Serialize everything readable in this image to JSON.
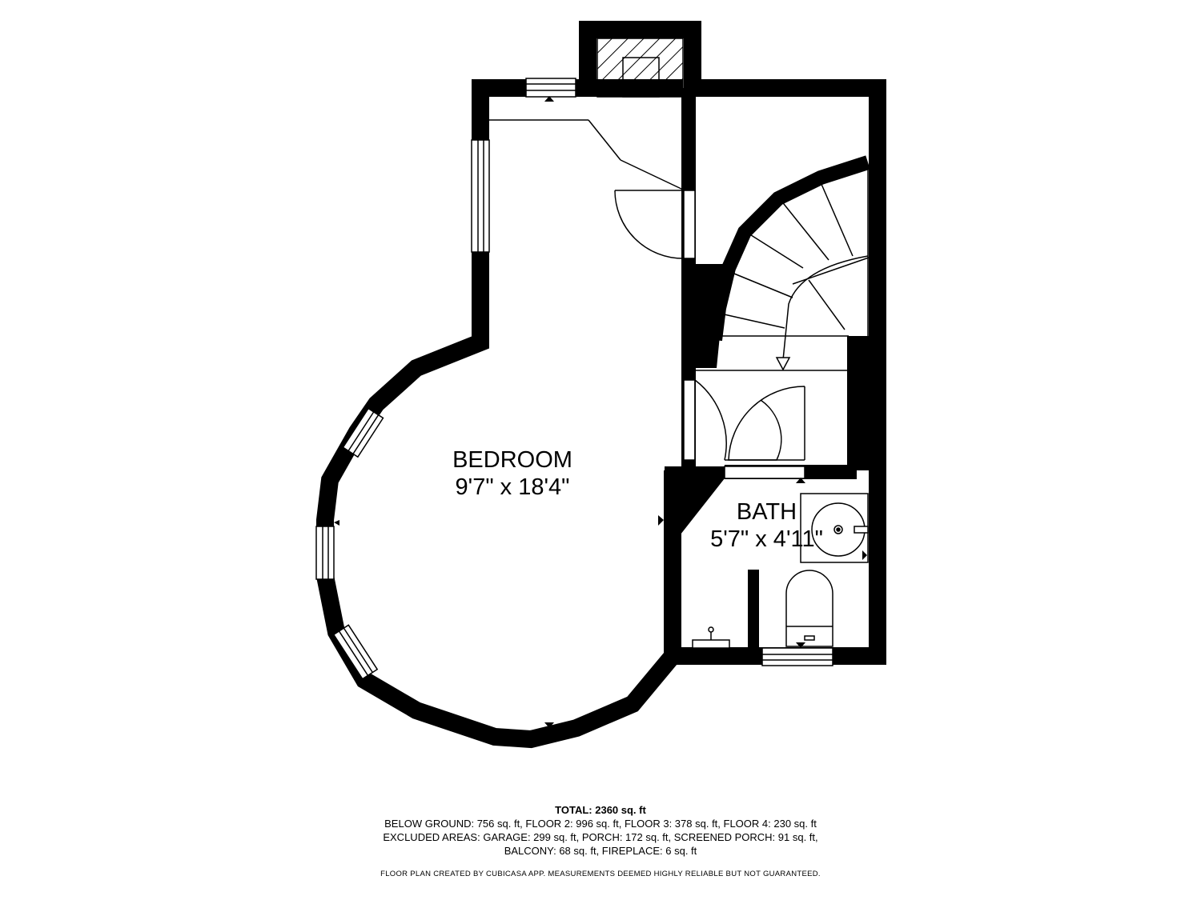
{
  "rooms": {
    "bedroom": {
      "name": "BEDROOM",
      "dimensions": "9'7\" x 18'4\""
    },
    "bath": {
      "name": "BATH",
      "dimensions": "5'7\" x 4'11\""
    }
  },
  "footer": {
    "total_label": "TOTAL:",
    "total_value": "2360 sq. ft",
    "line1": "BELOW GROUND: 756 sq. ft, FLOOR 2: 996 sq. ft, FLOOR 3: 378 sq. ft, FLOOR 4: 230 sq. ft",
    "line2": "EXCLUDED AREAS: GARAGE: 299 sq. ft, PORCH: 172 sq. ft, SCREENED PORCH: 91 sq. ft,",
    "line3": "BALCONY: 68 sq. ft, FIREPLACE: 6 sq. ft",
    "note": "FLOOR PLAN CREATED BY CUBICASA APP. MEASUREMENTS DEEMED HIGHLY RELIABLE BUT NOT GUARANTEED."
  },
  "colors": {
    "wall": "#000000",
    "background": "#ffffff"
  }
}
